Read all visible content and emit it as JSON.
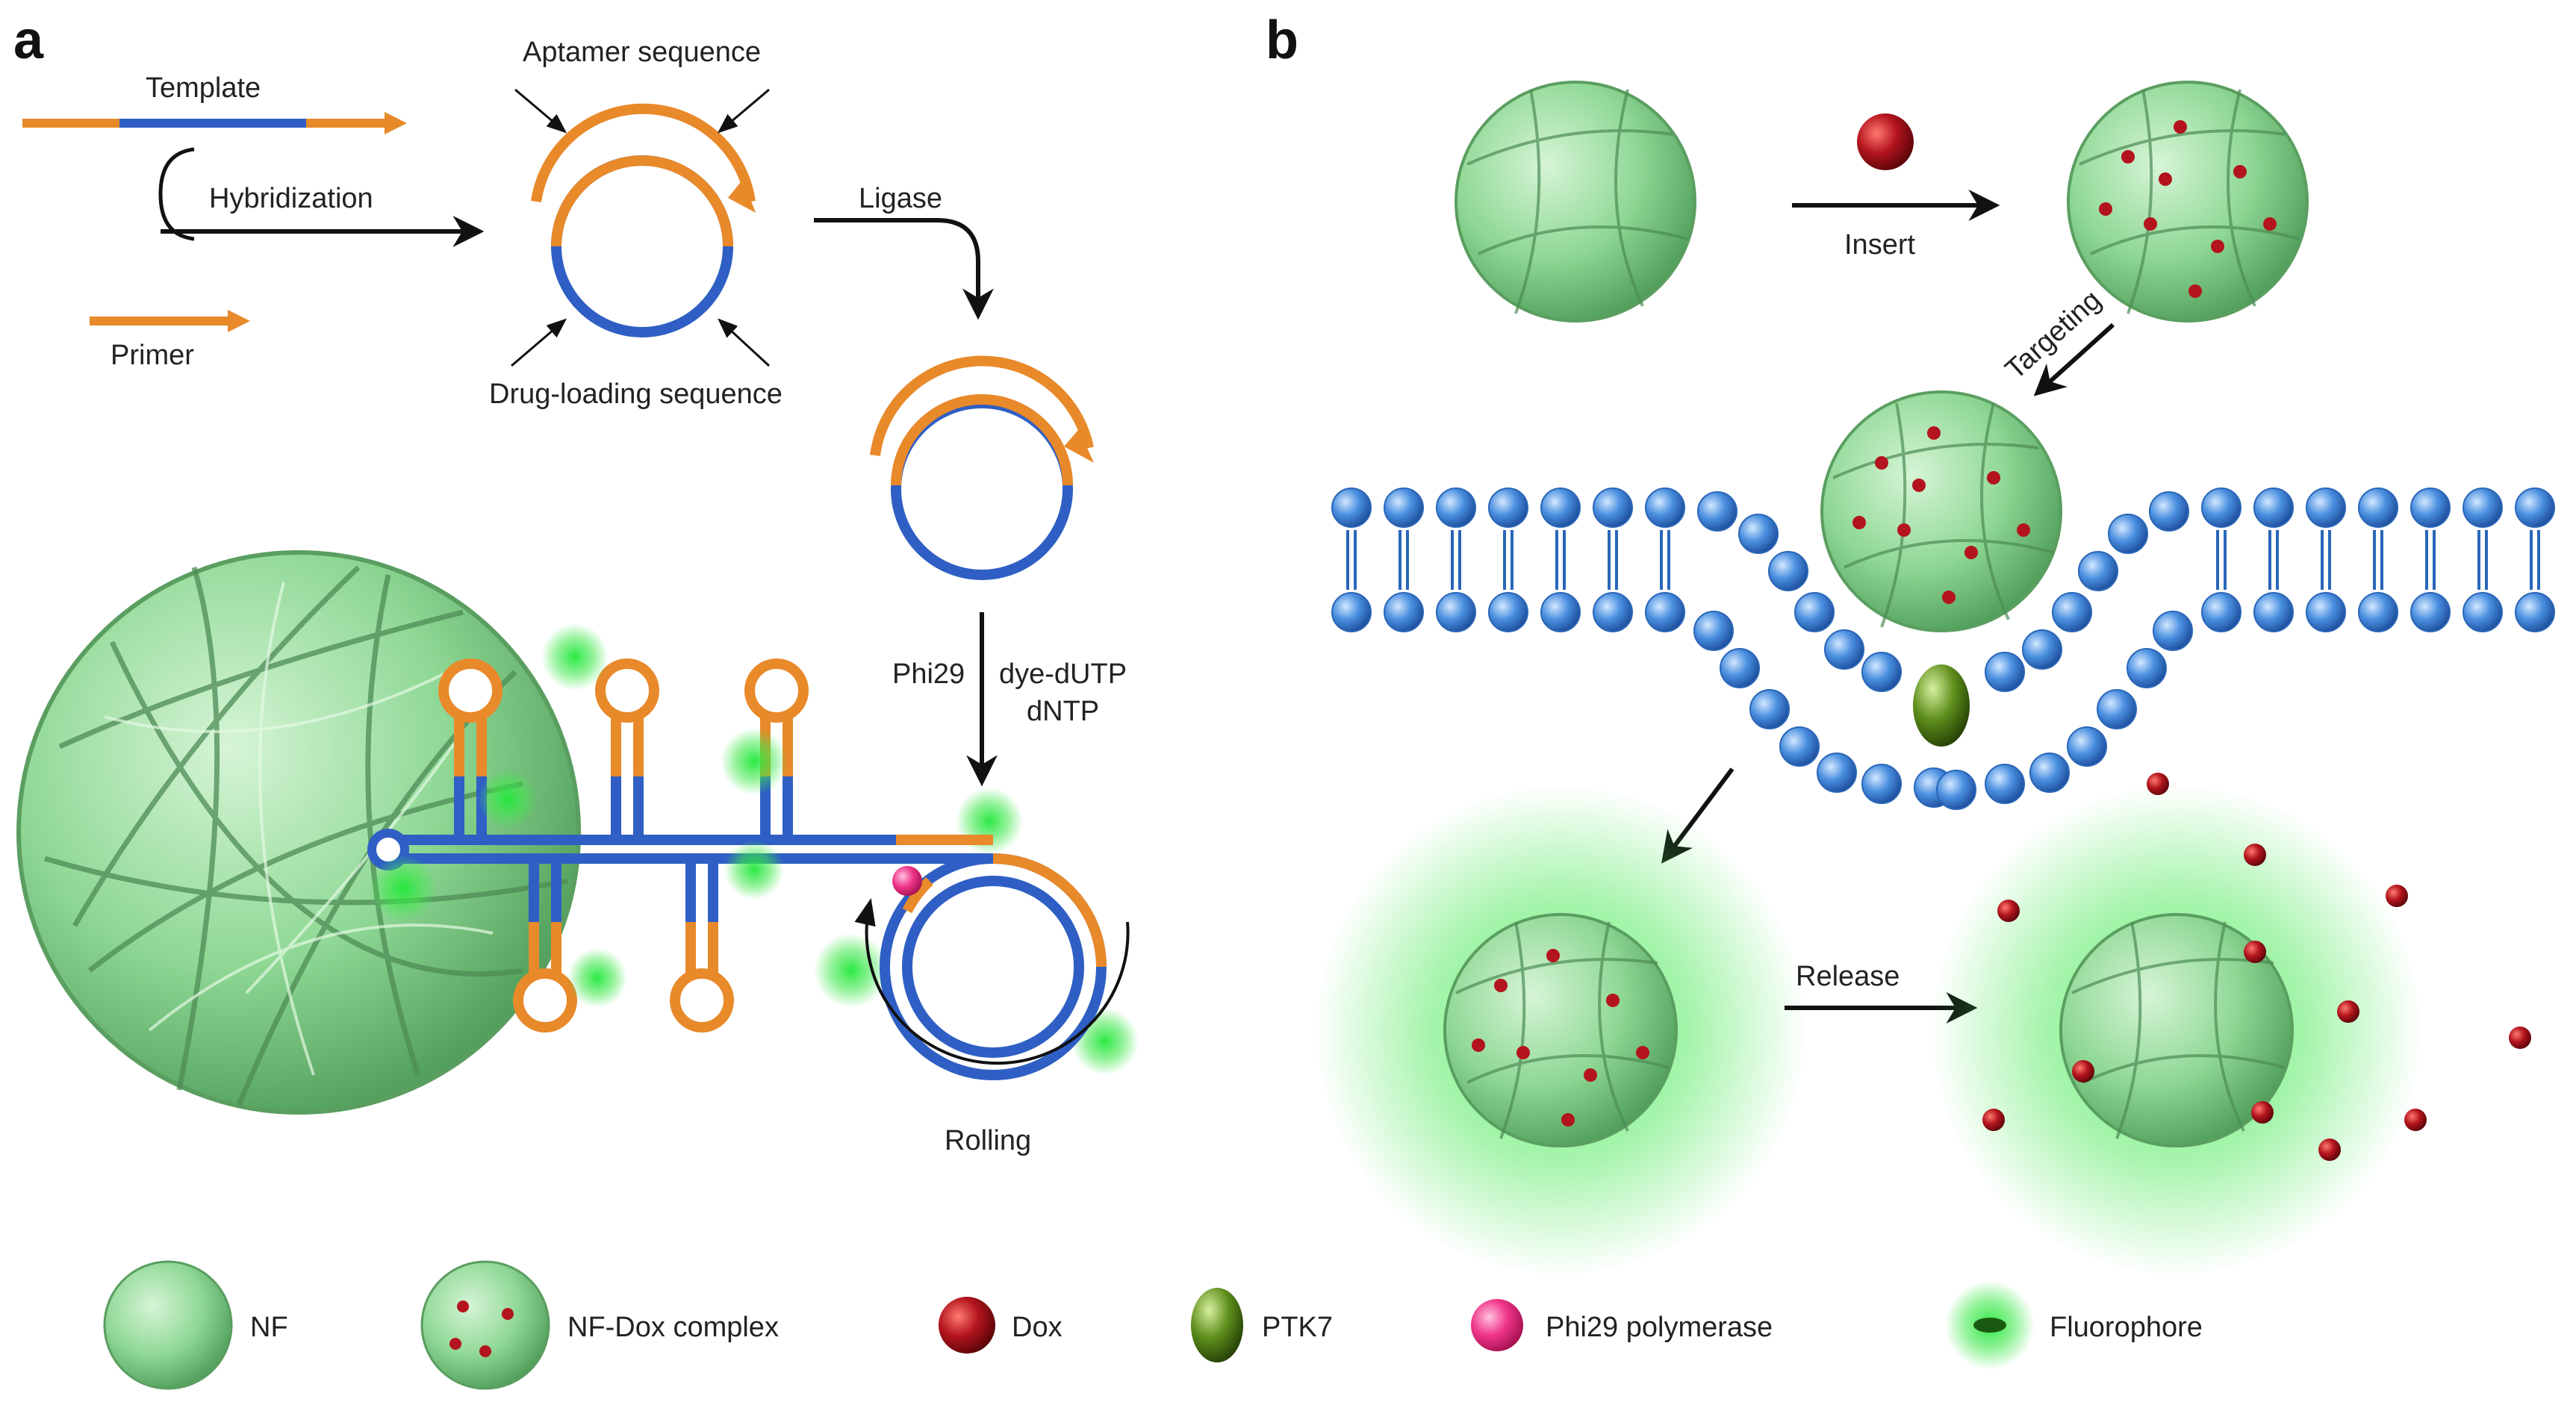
{
  "panel_a": {
    "letter": "a",
    "template": "Template",
    "hybridization": "Hybridization",
    "primer": "Primer",
    "aptamer_sequence": "Aptamer sequence",
    "drug_loading_sequence": "Drug-loading sequence",
    "ligase": "Ligase",
    "phi29": "Phi29",
    "dye_dutp": "dye-dUTP",
    "dntp": "dNTP",
    "rolling": "Rolling"
  },
  "panel_b": {
    "letter": "b",
    "insert": "Insert",
    "targeting": "Targeting",
    "release": "Release"
  },
  "legend": {
    "nf": "NF",
    "nf_dox": "NF-Dox complex",
    "dox": "Dox",
    "ptk7": "PTK7",
    "phi29_polymerase": "Phi29 polymerase",
    "fluorophore": "Fluorophore"
  },
  "colors": {
    "orange": "#e8892a",
    "blue": "#2f5fc4",
    "nf_green": "#86d98f",
    "dox_red": "#a8141c",
    "ptk7_green": "#4c7a12",
    "phi29_pink": "#f0358a",
    "glow_green": "#3ee84a",
    "lipid_blue": "#4a8fe0"
  }
}
